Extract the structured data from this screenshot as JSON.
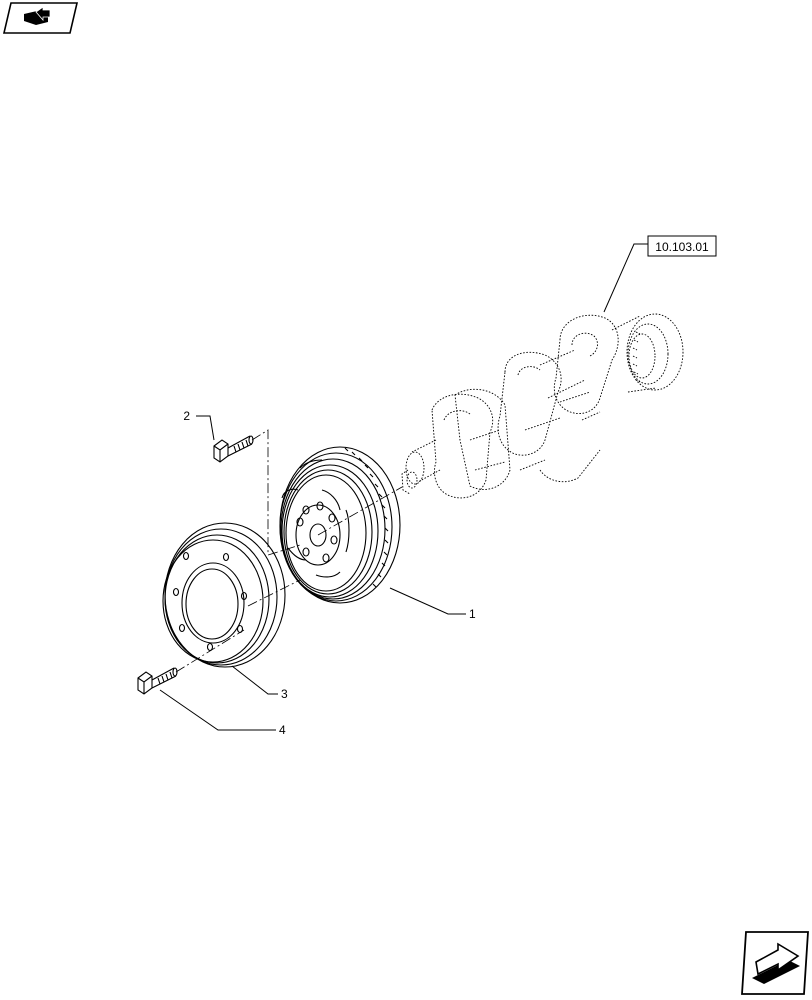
{
  "diagram": {
    "reference": "10.103.01",
    "callouts": [
      {
        "id": "1",
        "label": "1"
      },
      {
        "id": "2",
        "label": "2"
      },
      {
        "id": "3",
        "label": "3"
      },
      {
        "id": "4",
        "label": "4"
      }
    ]
  },
  "nav": {
    "top_icon": "book-arrow-icon",
    "bottom_icon": "next-page-arrow-icon"
  }
}
